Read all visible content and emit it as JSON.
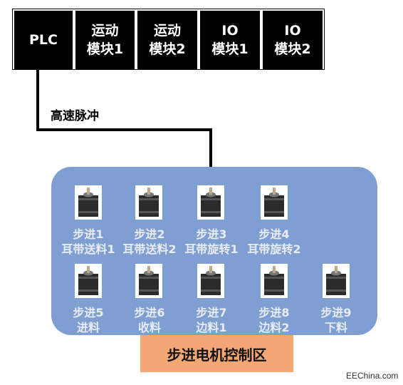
{
  "modules": [
    {
      "line1": "PLC",
      "line2": ""
    },
    {
      "line1": "运动",
      "line2": "模块1"
    },
    {
      "line1": "运动",
      "line2": "模块2"
    },
    {
      "line1": "IO",
      "line2": "模块1"
    },
    {
      "line1": "IO",
      "line2": "模块2"
    }
  ],
  "signal_label": "高速脉冲",
  "motors": [
    {
      "line1": "步进1",
      "line2": "耳带送料1"
    },
    {
      "line1": "步进2",
      "line2": "耳带送料2"
    },
    {
      "line1": "步进3",
      "line2": "耳带旋转1"
    },
    {
      "line1": "步进4",
      "line2": "耳带旋转2"
    },
    {
      "line1": "步进5",
      "line2": "进料"
    },
    {
      "line1": "步进6",
      "line2": "收料"
    },
    {
      "line1": "步进7",
      "line2": "边料1"
    },
    {
      "line1": "步进8",
      "line2": "边料2"
    },
    {
      "line1": "步进9",
      "line2": "下料"
    }
  ],
  "zone_title": "步进电机控制区",
  "watermark": "EEChina.com",
  "colors": {
    "module_bg": "#000000",
    "zone_bg": "#7f9fd3",
    "zone_title_bg": "#f3a775"
  }
}
